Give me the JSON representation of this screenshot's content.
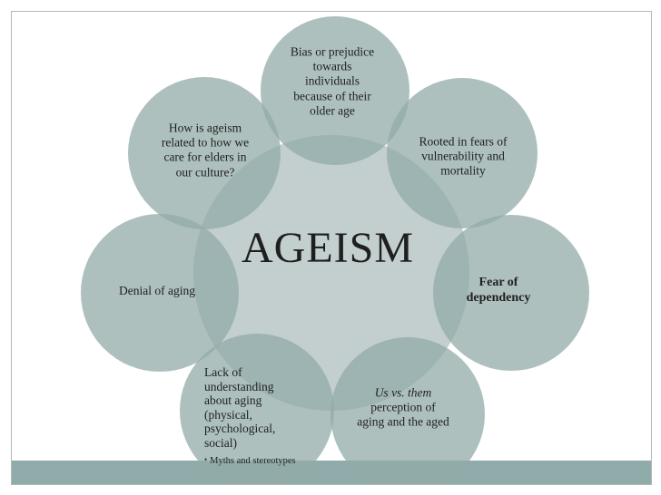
{
  "colors": {
    "page_bg": "#ffffff",
    "slide_border": "#b3b9b5",
    "center_fill": "#c3cfce",
    "satellite_fill": "rgba(146,171,168,0.75)",
    "footer_bar": "#8fabaa",
    "text": "#1f1f1f"
  },
  "center": {
    "label": "AGEISM"
  },
  "nodes": [
    {
      "id": "bias-prejudice",
      "lines": [
        "Bias or prejudice",
        "towards",
        "individuals",
        "because of their",
        "older age"
      ]
    },
    {
      "id": "elder-care-question",
      "lines": [
        "How is ageism",
        "related to how we",
        "care for elders in",
        "our culture?"
      ]
    },
    {
      "id": "rooted-fears",
      "lines": [
        "Rooted in fears of",
        "vulnerability and",
        "mortality"
      ]
    },
    {
      "id": "denial",
      "lines": [
        "Denial of aging"
      ]
    },
    {
      "id": "fear-dependency",
      "lines": [
        "Fear of",
        "dependency"
      ]
    },
    {
      "id": "lack-understanding",
      "lines": [
        "Lack of",
        "understanding",
        "about aging",
        "(physical,",
        "psychological,",
        "social)"
      ],
      "bullet_glyph": "•",
      "bullet": "Myths and stereotypes"
    },
    {
      "id": "us-vs-them",
      "lines": [
        "Us vs. them",
        "perception of",
        "aging and the aged"
      ]
    }
  ]
}
